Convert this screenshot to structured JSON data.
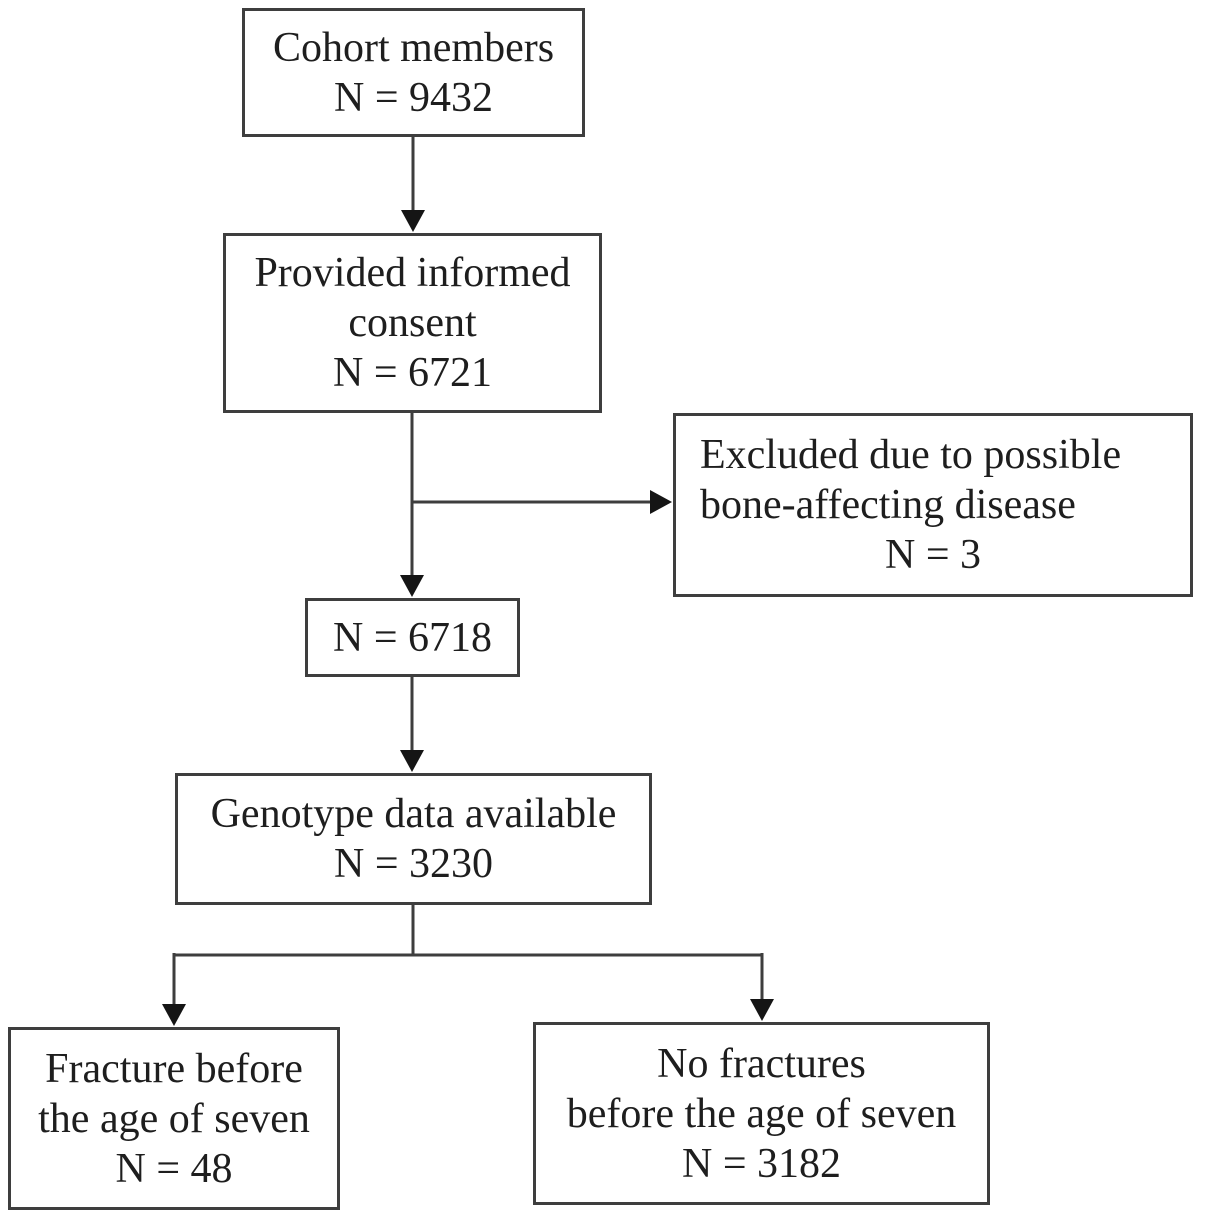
{
  "diagram": {
    "type": "flowchart",
    "colors": {
      "background": "#ffffff",
      "box_border": "#3e3e3e",
      "text": "#1e1e1e",
      "connector": "#3e3e3e",
      "arrowhead": "#151515"
    },
    "boxes": {
      "cohort": {
        "lines": [
          "Cohort members",
          "N = 9432"
        ],
        "n": 9432
      },
      "consent": {
        "lines": [
          "Provided informed",
          "consent",
          "N = 6721"
        ],
        "n": 6721
      },
      "excluded": {
        "lines": [
          "Excluded due to possible",
          "bone-affecting disease",
          "N = 3"
        ],
        "n": 3
      },
      "n6718": {
        "lines": [
          "N = 6718"
        ],
        "n": 6718
      },
      "genotype": {
        "lines": [
          "Genotype data available",
          "N = 3230"
        ],
        "n": 3230
      },
      "fracture": {
        "lines": [
          "Fracture before",
          "the age of seven",
          "N = 48"
        ],
        "n": 48
      },
      "no_fracture": {
        "lines": [
          "No fractures",
          "before the age of seven",
          "N = 3182"
        ],
        "n": 3182
      }
    },
    "edges": [
      {
        "from": "cohort",
        "to": "consent"
      },
      {
        "from": "consent",
        "to": "n6718"
      },
      {
        "from": "consent",
        "to": "excluded",
        "type": "exclusion-branch"
      },
      {
        "from": "n6718",
        "to": "genotype"
      },
      {
        "from": "genotype",
        "to": "fracture"
      },
      {
        "from": "genotype",
        "to": "no_fracture"
      }
    ]
  }
}
